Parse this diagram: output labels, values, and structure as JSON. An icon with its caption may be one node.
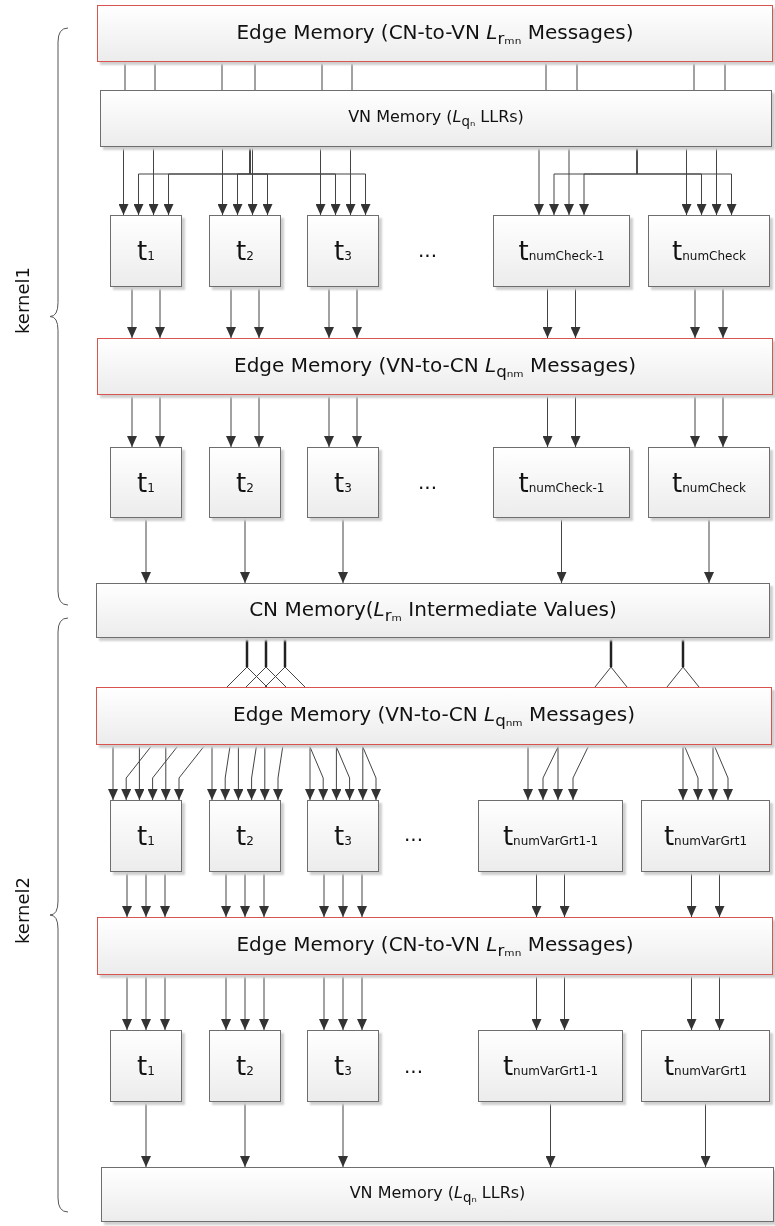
{
  "diagram": {
    "nodes": [
      {
        "text": [
          "Edge Memory (CN-to-VN *L*$_{rₘₙ}$ Messages)"
        ]
      },
      {
        "text": [
          "VN Memory (*L*$_{qₙ}$ LLRs)"
        ]
      },
      {
        "text": [
          "t$_{1}$"
        ]
      },
      {
        "text": [
          "t$_{2}$"
        ]
      },
      {
        "text": [
          "t$_{3}$"
        ]
      },
      {
        "text": [
          "t$_{numCheck-1}$"
        ]
      },
      {
        "text": [
          "t$_{numCheck}$"
        ]
      },
      {
        "text": [
          "Edge Memory (VN-to-CN *L*$_{qₙₘ}$ Messages)"
        ]
      },
      {
        "text": [
          "t$_{1}$"
        ]
      },
      {
        "text": [
          "t$_{2}$"
        ]
      },
      {
        "text": [
          "t$_{3}$"
        ]
      },
      {
        "text": [
          "t$_{numCheck-1}$"
        ]
      },
      {
        "text": [
          "t$_{numCheck}$"
        ]
      },
      {
        "text": [
          "CN Memory(*L*$_{rₘ}$ Intermediate Values)"
        ]
      },
      {
        "text": [
          "Edge Memory (VN-to-CN *L*$_{qₙₘ}$ Messages)"
        ]
      },
      {
        "text": [
          "t$_{1}$"
        ]
      },
      {
        "text": [
          "t$_{2}$"
        ]
      },
      {
        "text": [
          "t$_{3}$"
        ]
      },
      {
        "text": [
          "t$_{numVarGrt1-1}$"
        ]
      },
      {
        "text": [
          "t$_{numVarGrt1}$"
        ]
      },
      {
        "text": [
          "Edge Memory (CN-to-VN *L*$_{rₘₙ}$ Messages)"
        ]
      },
      {
        "text": [
          "t$_{1}$"
        ]
      },
      {
        "text": [
          "t$_{2}$"
        ]
      },
      {
        "text": [
          "t$_{3}$"
        ]
      },
      {
        "text": [
          "t$_{numVarGrt1-1}$"
        ]
      },
      {
        "text": [
          "t$_{numVarGrt1}$"
        ]
      },
      {
        "text": [
          "VN Memory (*L*$_{qₙ}$ LLRs)"
        ]
      }
    ],
    "edges": [
      {
        "from": 0,
        "to": 1,
        "arrow": "none"
      },
      {
        "from": 0,
        "to": 1,
        "arrow": "none"
      },
      {
        "from": 0,
        "to": 1,
        "arrow": "none"
      },
      {
        "from": 0,
        "to": 1,
        "arrow": "none"
      },
      {
        "from": 0,
        "to": 1,
        "arrow": "none"
      },
      {
        "from": 0,
        "to": 1,
        "arrow": "none"
      },
      {
        "from": 0,
        "to": 1,
        "arrow": "none"
      },
      {
        "from": 0,
        "to": 1,
        "arrow": "none"
      },
      {
        "from": 0,
        "to": 1,
        "arrow": "none"
      },
      {
        "from": 0,
        "to": 1,
        "arrow": "none"
      },
      {
        "from": 1,
        "to": 2,
        "arrow": "to"
      },
      {
        "from": 1,
        "to": 2,
        "arrow": "to"
      },
      {
        "from": 1,
        "to": 2,
        "arrow": "to"
      },
      {
        "from": 1,
        "to": 2,
        "arrow": "to"
      },
      {
        "from": 1,
        "to": 3,
        "arrow": "to"
      },
      {
        "from": 1,
        "to": 3,
        "arrow": "to"
      },
      {
        "from": 1,
        "to": 3,
        "arrow": "to"
      },
      {
        "from": 1,
        "to": 3,
        "arrow": "to"
      },
      {
        "from": 1,
        "to": 4,
        "arrow": "to"
      },
      {
        "from": 1,
        "to": 4,
        "arrow": "to"
      },
      {
        "from": 1,
        "to": 4,
        "arrow": "to"
      },
      {
        "from": 1,
        "to": 4,
        "arrow": "to"
      },
      {
        "from": 1,
        "to": 5,
        "arrow": "to"
      },
      {
        "from": 1,
        "to": 5,
        "arrow": "to"
      },
      {
        "from": 1,
        "to": 5,
        "arrow": "to"
      },
      {
        "from": 1,
        "to": 5,
        "arrow": "to"
      },
      {
        "from": 1,
        "to": 6,
        "arrow": "to"
      },
      {
        "from": 1,
        "to": 6,
        "arrow": "to"
      },
      {
        "from": 1,
        "to": 6,
        "arrow": "to"
      },
      {
        "from": 1,
        "to": 6,
        "arrow": "to"
      },
      {
        "from": 2,
        "to": 7,
        "arrow": "to"
      },
      {
        "from": 2,
        "to": 7,
        "arrow": "to"
      },
      {
        "from": 3,
        "to": 7,
        "arrow": "to"
      },
      {
        "from": 3,
        "to": 7,
        "arrow": "to"
      },
      {
        "from": 4,
        "to": 7,
        "arrow": "to"
      },
      {
        "from": 4,
        "to": 7,
        "arrow": "to"
      },
      {
        "from": 5,
        "to": 7,
        "arrow": "to"
      },
      {
        "from": 5,
        "to": 7,
        "arrow": "to"
      },
      {
        "from": 6,
        "to": 7,
        "arrow": "to"
      },
      {
        "from": 6,
        "to": 7,
        "arrow": "to"
      },
      {
        "from": 7,
        "to": 8,
        "arrow": "to"
      },
      {
        "from": 7,
        "to": 8,
        "arrow": "to"
      },
      {
        "from": 7,
        "to": 9,
        "arrow": "to"
      },
      {
        "from": 7,
        "to": 9,
        "arrow": "to"
      },
      {
        "from": 7,
        "to": 10,
        "arrow": "to"
      },
      {
        "from": 7,
        "to": 10,
        "arrow": "to"
      },
      {
        "from": 7,
        "to": 11,
        "arrow": "to"
      },
      {
        "from": 7,
        "to": 11,
        "arrow": "to"
      },
      {
        "from": 7,
        "to": 12,
        "arrow": "to"
      },
      {
        "from": 7,
        "to": 12,
        "arrow": "to"
      },
      {
        "from": 8,
        "to": 13,
        "arrow": "to"
      },
      {
        "from": 9,
        "to": 13,
        "arrow": "to"
      },
      {
        "from": 10,
        "to": 13,
        "arrow": "to"
      },
      {
        "from": 11,
        "to": 13,
        "arrow": "to"
      },
      {
        "from": 12,
        "to": 13,
        "arrow": "to"
      },
      {
        "from": 13,
        "to": 14,
        "arrow": "none"
      },
      {
        "from": 13,
        "to": 14,
        "arrow": "none"
      },
      {
        "from": 13,
        "to": 14,
        "arrow": "none"
      },
      {
        "from": 13,
        "to": 14,
        "arrow": "none"
      },
      {
        "from": 13,
        "to": 14,
        "arrow": "none"
      },
      {
        "from": 13,
        "to": 14,
        "arrow": "none"
      },
      {
        "from": 13,
        "to": 14,
        "arrow": "none"
      },
      {
        "from": 13,
        "to": 14,
        "arrow": "none"
      },
      {
        "from": 13,
        "to": 14,
        "arrow": "none"
      },
      {
        "from": 13,
        "to": 14,
        "arrow": "none"
      },
      {
        "from": 14,
        "to": 15,
        "arrow": "to"
      },
      {
        "from": 14,
        "to": 15,
        "arrow": "to"
      },
      {
        "from": 14,
        "to": 15,
        "arrow": "to"
      },
      {
        "from": 14,
        "to": 15,
        "arrow": "to"
      },
      {
        "from": 14,
        "to": 15,
        "arrow": "to"
      },
      {
        "from": 14,
        "to": 15,
        "arrow": "to"
      },
      {
        "from": 14,
        "to": 16,
        "arrow": "to"
      },
      {
        "from": 14,
        "to": 16,
        "arrow": "to"
      },
      {
        "from": 14,
        "to": 16,
        "arrow": "to"
      },
      {
        "from": 14,
        "to": 16,
        "arrow": "to"
      },
      {
        "from": 14,
        "to": 16,
        "arrow": "to"
      },
      {
        "from": 14,
        "to": 16,
        "arrow": "to"
      },
      {
        "from": 14,
        "to": 17,
        "arrow": "to"
      },
      {
        "from": 14,
        "to": 17,
        "arrow": "to"
      },
      {
        "from": 14,
        "to": 17,
        "arrow": "to"
      },
      {
        "from": 14,
        "to": 17,
        "arrow": "to"
      },
      {
        "from": 14,
        "to": 17,
        "arrow": "to"
      },
      {
        "from": 14,
        "to": 17,
        "arrow": "to"
      },
      {
        "from": 14,
        "to": 18,
        "arrow": "to"
      },
      {
        "from": 14,
        "to": 18,
        "arrow": "to"
      },
      {
        "from": 14,
        "to": 18,
        "arrow": "to"
      },
      {
        "from": 14,
        "to": 18,
        "arrow": "to"
      },
      {
        "from": 14,
        "to": 19,
        "arrow": "to"
      },
      {
        "from": 14,
        "to": 19,
        "arrow": "to"
      },
      {
        "from": 14,
        "to": 19,
        "arrow": "to"
      },
      {
        "from": 14,
        "to": 19,
        "arrow": "to"
      },
      {
        "from": 15,
        "to": 20,
        "arrow": "to"
      },
      {
        "from": 15,
        "to": 20,
        "arrow": "to"
      },
      {
        "from": 15,
        "to": 20,
        "arrow": "to"
      },
      {
        "from": 16,
        "to": 20,
        "arrow": "to"
      },
      {
        "from": 16,
        "to": 20,
        "arrow": "to"
      },
      {
        "from": 16,
        "to": 20,
        "arrow": "to"
      },
      {
        "from": 17,
        "to": 20,
        "arrow": "to"
      },
      {
        "from": 17,
        "to": 20,
        "arrow": "to"
      },
      {
        "from": 17,
        "to": 20,
        "arrow": "to"
      },
      {
        "from": 18,
        "to": 20,
        "arrow": "to"
      },
      {
        "from": 18,
        "to": 20,
        "arrow": "to"
      },
      {
        "from": 19,
        "to": 20,
        "arrow": "to"
      },
      {
        "from": 19,
        "to": 20,
        "arrow": "to"
      },
      {
        "from": 20,
        "to": 21,
        "arrow": "to"
      },
      {
        "from": 20,
        "to": 21,
        "arrow": "to"
      },
      {
        "from": 20,
        "to": 21,
        "arrow": "to"
      },
      {
        "from": 20,
        "to": 22,
        "arrow": "to"
      },
      {
        "from": 20,
        "to": 22,
        "arrow": "to"
      },
      {
        "from": 20,
        "to": 22,
        "arrow": "to"
      },
      {
        "from": 20,
        "to": 23,
        "arrow": "to"
      },
      {
        "from": 20,
        "to": 23,
        "arrow": "to"
      },
      {
        "from": 20,
        "to": 23,
        "arrow": "to"
      },
      {
        "from": 20,
        "to": 24,
        "arrow": "to"
      },
      {
        "from": 20,
        "to": 24,
        "arrow": "to"
      },
      {
        "from": 20,
        "to": 25,
        "arrow": "to"
      },
      {
        "from": 20,
        "to": 25,
        "arrow": "to"
      },
      {
        "from": 21,
        "to": 26,
        "arrow": "to"
      },
      {
        "from": 22,
        "to": 26,
        "arrow": "to"
      },
      {
        "from": 23,
        "to": 26,
        "arrow": "to"
      },
      {
        "from": 24,
        "to": 26,
        "arrow": "to"
      },
      {
        "from": 25,
        "to": 26,
        "arrow": "to"
      }
    ],
    "labels": [
      "kernel1",
      "...",
      "...",
      "kernel2",
      "...",
      "..."
    ]
  }
}
